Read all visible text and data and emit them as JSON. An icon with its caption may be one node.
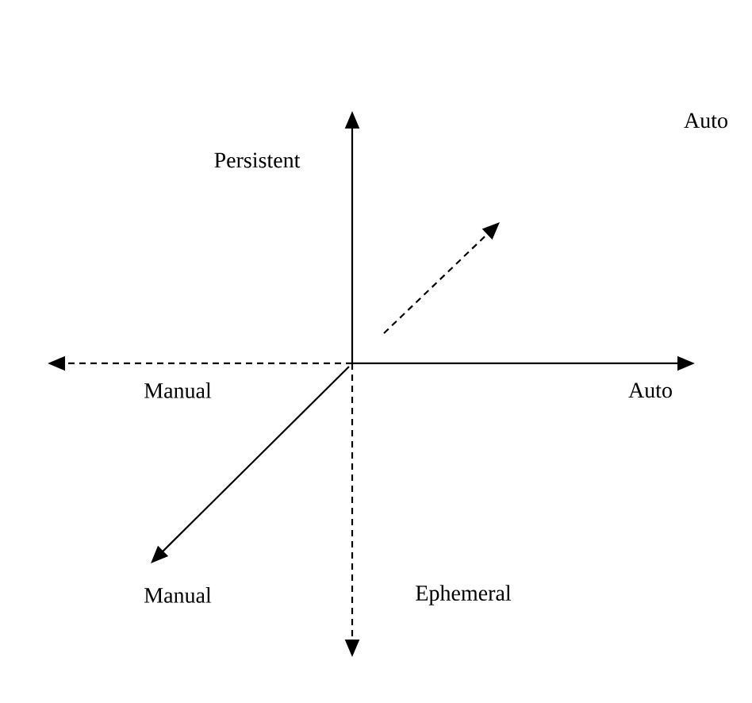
{
  "diagram": {
    "labels": [
      "Persistent",
      "Auto",
      "Manual",
      "Auto",
      "Manual",
      "Ephemeral"
    ]
  }
}
